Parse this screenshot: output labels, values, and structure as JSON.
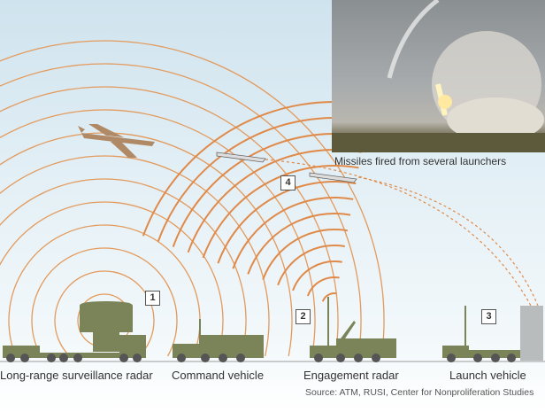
{
  "labels": {
    "surveillance_radar": "Long-range surveillance radar",
    "command_vehicle": "Command vehicle",
    "engagement_radar": "Engagement radar",
    "launch_vehicle": "Launch vehicle"
  },
  "markers": [
    "1",
    "2",
    "3",
    "4"
  ],
  "photo_caption": "Missiles fired from several launchers",
  "source": "Source: ATM, RUSI, Center for Nonproliferation Studies",
  "colors": {
    "arc": "#e39a5c",
    "vehicle": "#7b8459",
    "path": "#e08a4a"
  }
}
